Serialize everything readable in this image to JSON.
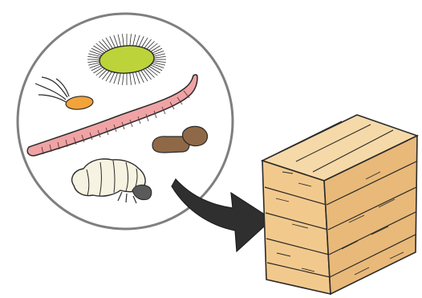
{
  "colors": {
    "background": "#ffffff",
    "circle_fill": "#ffffff",
    "circle_stroke": "#7f7f7f",
    "outline": "#2a2a2a",
    "bacterium_fill": "#bcd43a",
    "protozoan_fill": "#f2a33a",
    "worm_fill": "#efa3a5",
    "seed_fill": "#8f6947",
    "larva_fill": "#f7f3e2",
    "larva_head": "#5a5a5a",
    "arrow_fill": "#2f2f2f",
    "crate_top": "#f6d9a8",
    "crate_front": "#f2c98d",
    "crate_side": "#e8b979"
  },
  "illustration": {
    "organisms": [
      {
        "name": "bacterium",
        "icon": "bacterium-icon"
      },
      {
        "name": "protozoan",
        "icon": "protozoan-icon"
      },
      {
        "name": "earthworm",
        "icon": "earthworm-icon"
      },
      {
        "name": "seed-pair",
        "icon": "seed-icon"
      },
      {
        "name": "grub",
        "icon": "grub-icon"
      }
    ],
    "target": {
      "name": "wooden-crate",
      "icon": "wooden-crate-icon"
    }
  }
}
